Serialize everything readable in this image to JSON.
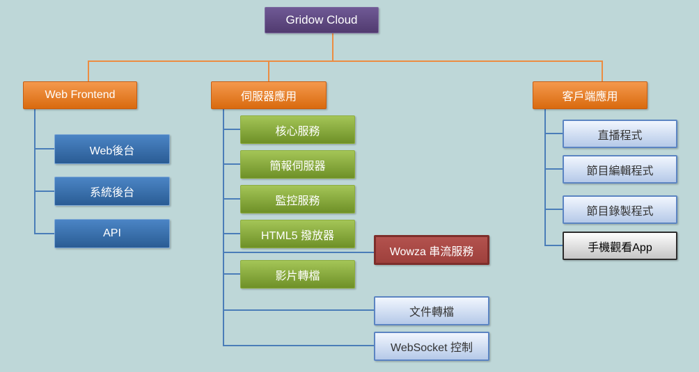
{
  "diagram": {
    "title": "Gridow Cloud architecture tree",
    "background_color": "#bed7d8",
    "palette": {
      "root_purple": "#604a7b",
      "branch_orange": "#e87d1e",
      "dark_blue": "#3c79be",
      "green": "#8cb33a",
      "red": "#a84440",
      "light_blue": "#d4e3f7",
      "gray": "#e0e0e0",
      "connector_orange": "#ec8c41",
      "connector_blue": "#4a7db8"
    },
    "tree": {
      "root": {
        "label": "Gridow Cloud"
      },
      "branches": [
        {
          "label": "Web Frontend",
          "children": [
            {
              "label": "Web後台"
            },
            {
              "label": "系統後台"
            },
            {
              "label": "API"
            }
          ]
        },
        {
          "label": "伺服器應用",
          "children": [
            {
              "label": "核心服務"
            },
            {
              "label": "簡報伺服器"
            },
            {
              "label": "監控服務"
            },
            {
              "label": "HTML5 撥放器"
            },
            {
              "label": "影片轉檔"
            },
            {
              "label": "Wowza 串流服務"
            },
            {
              "label": "文件轉檔"
            },
            {
              "label": "WebSocket 控制"
            }
          ]
        },
        {
          "label": "客戶端應用",
          "children": [
            {
              "label": "直播程式"
            },
            {
              "label": "節目編輯程式"
            },
            {
              "label": "節目錄製程式"
            },
            {
              "label": "手機觀看App"
            }
          ]
        }
      ]
    }
  }
}
